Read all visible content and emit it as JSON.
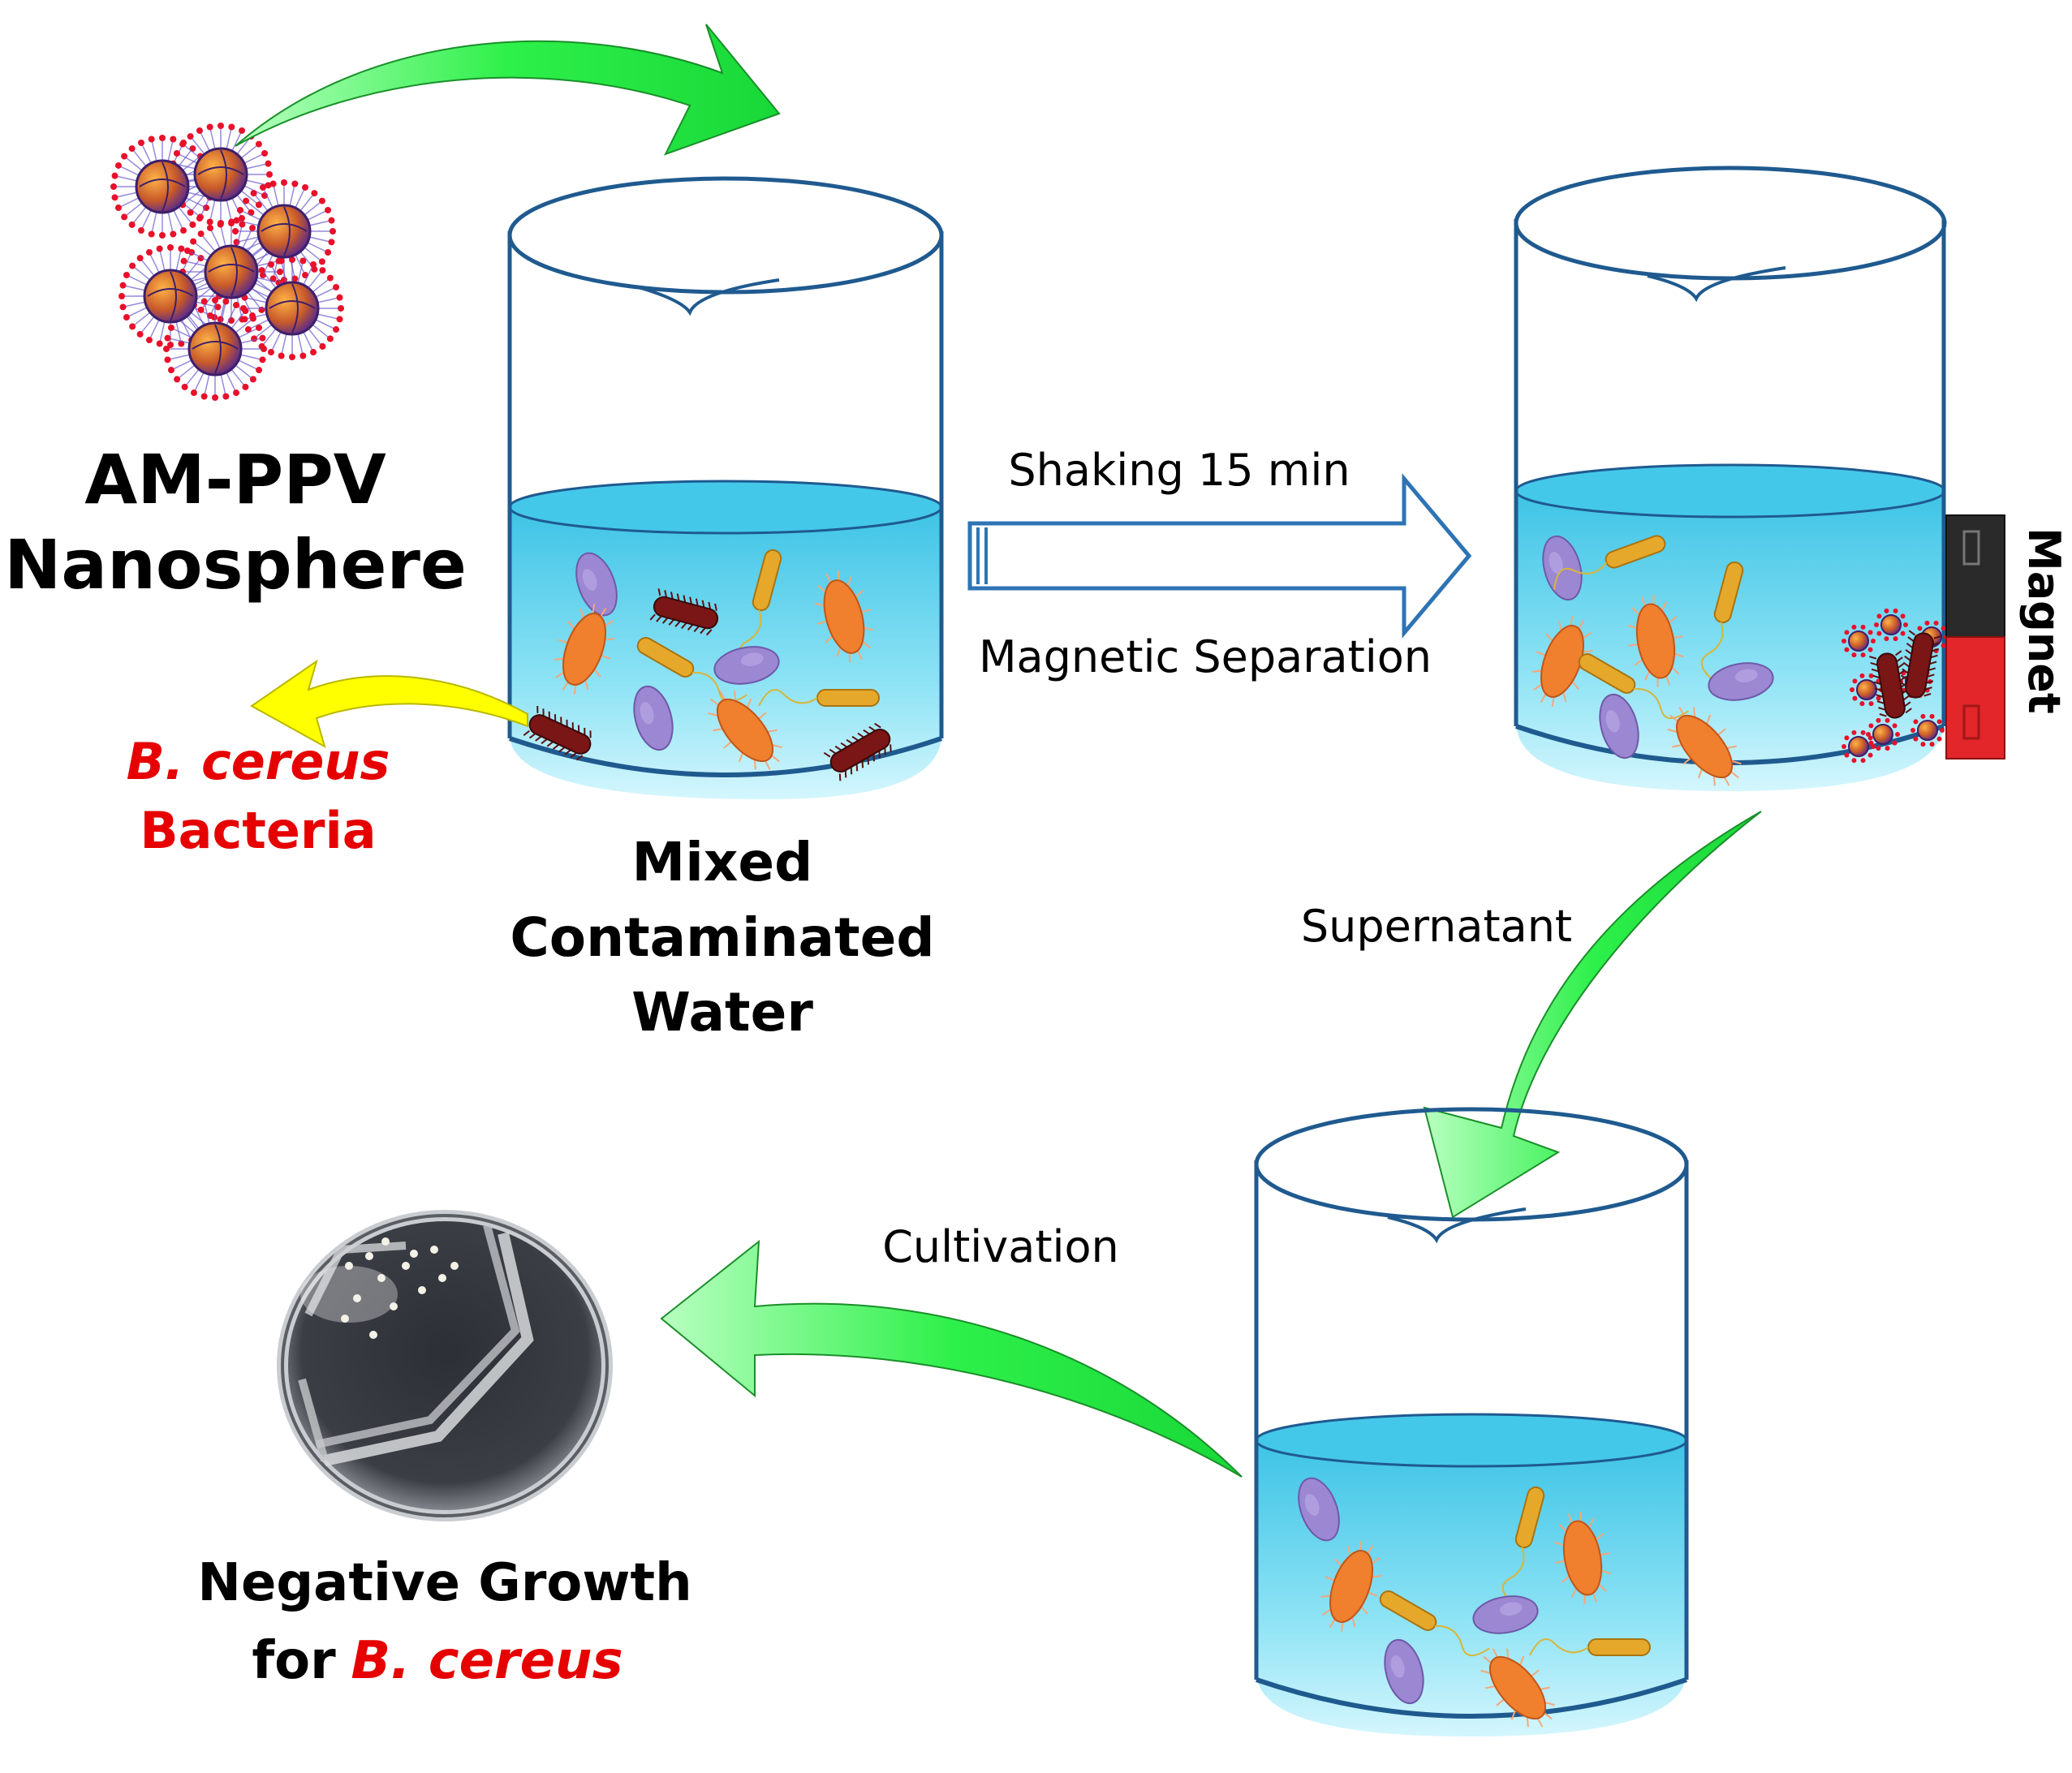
{
  "labels": {
    "nanosphere_line1": "AM-PPV",
    "nanosphere_line2": "Nanosphere",
    "bacteria_line1": "B. cereus",
    "bacteria_line2": "Bacteria",
    "water_line1": "Mixed",
    "water_line2": "Contaminated",
    "water_line3": "Water",
    "step_top": "Shaking 15 min",
    "step_bottom": "Magnetic Separation",
    "magnet": "Magnet",
    "supernatant": "Supernatant",
    "cultivation": "Cultivation",
    "result_line1": "Negative Growth",
    "result_line2_prefix": "for",
    "result_line2_species": "B. cereus"
  },
  "colors": {
    "green_arrow": "#22ee44",
    "yellow_arrow": "#ffff00",
    "beaker_outline": "#1f5a8f",
    "water": "#5fd3ee",
    "red_text": "#e60000",
    "magnet_red": "#e2262a",
    "magnet_black": "#2a2a2a"
  },
  "icons": {
    "nanosphere": "nanosphere-cluster-icon",
    "magnet": "bar-magnet-icon",
    "petri_dish": "petri-dish-icon"
  }
}
